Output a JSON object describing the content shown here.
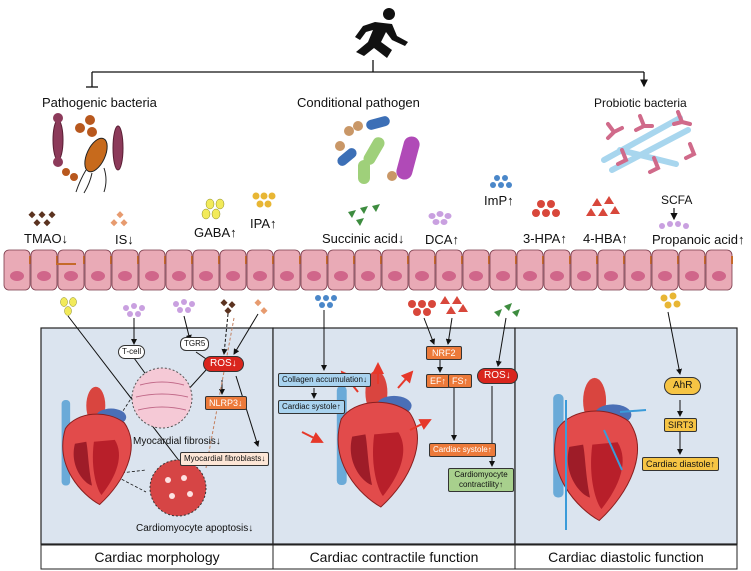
{
  "top": {
    "runner_icon": "running-person-icon"
  },
  "groups": {
    "pathogenic": "Pathogenic bacteria",
    "conditional": "Conditional pathogen",
    "probiotic": "Probiotic bacteria"
  },
  "metabolites": {
    "tmao": "TMAO↓",
    "is": "IS↓",
    "gaba": "GABA↑",
    "ipa": "IPA↑",
    "succinic": "Succinic acid↓",
    "dca": "DCA↑",
    "imp": "ImP↑",
    "hpa3": "3-HPA↑",
    "hba4": "4-HBA↑",
    "scfa": "SCFA",
    "propanoic": "Propanoic acid↑"
  },
  "panel1": {
    "tcell": "T-cell",
    "tgr5": "TGR5",
    "ros": "ROS↓",
    "nlrp3": "NLRP3↓",
    "fibrosis": "Myocardial fibrosis↓",
    "fibroblasts": "Myocardial fibroblasts↓",
    "apoptosis": "Cardiomyocyte apoptosis↓"
  },
  "panel2": {
    "collagen": "Collagen accumulation↓",
    "systole1": "Cardiac systole↑",
    "nrf2": "NRF2",
    "ef": "EF↑",
    "fs": "FS↑",
    "ros": "ROS↓",
    "systole2": "Cardiac systole↑",
    "contractility": "Cardiomyocyte contractility↑"
  },
  "panel3": {
    "ahr": "AhR",
    "sirt3": "SIRT3",
    "diastole": "Cardiac diastole↑"
  },
  "footer": {
    "morphology": "Cardiac morphology",
    "contractile": "Cardiac contractile function",
    "diastolic": "Cardiac diastolic function"
  },
  "colors": {
    "panel_bg": "#dbe4ef",
    "cell_fill": "#e9aab6",
    "nucleus": "#d0668a",
    "ros_red": "#d9251d",
    "orange_box": "#ec7a3a",
    "blue_box": "#a9d3ef",
    "green_box": "#a8d08d",
    "yellow_box": "#f6c444"
  }
}
